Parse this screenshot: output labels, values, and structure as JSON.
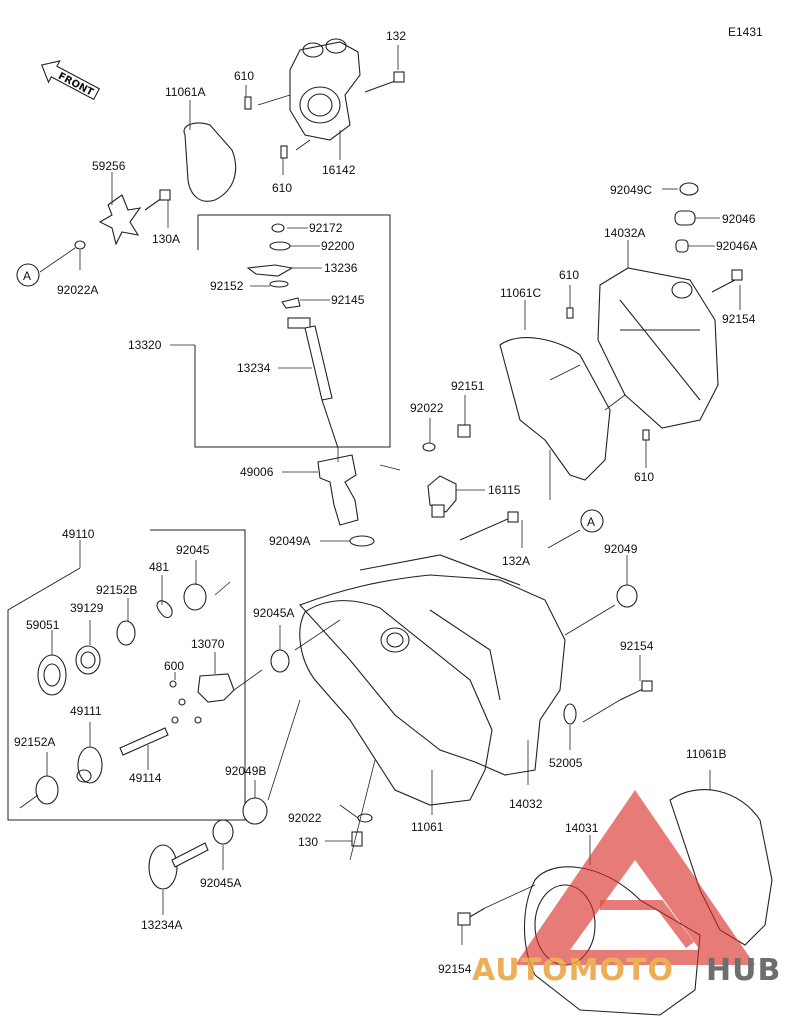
{
  "diagram_code": "E1431",
  "front_label": "FRONT",
  "reference_marker": "A",
  "watermark": {
    "text_left": "AUTOMOTO",
    "text_right": "HUB",
    "color_main": "#e8a33a",
    "color_mark": "#d9302a"
  },
  "labels": {
    "p132": "132",
    "p610a": "610",
    "p11061A": "11061A",
    "p16142": "16142",
    "p610b": "610",
    "p59256": "59256",
    "p130A": "130A",
    "p92022A": "92022A",
    "p92172": "92172",
    "p92200": "92200",
    "p13236": "13236",
    "p92152": "92152",
    "p92145": "92145",
    "p13320": "13320",
    "p13234": "13234",
    "p49006": "49006",
    "p92049C": "92049C",
    "p92046": "92046",
    "p92046A": "92046A",
    "p14032A": "14032A",
    "p610c": "610",
    "p11061C": "11061C",
    "p92154a": "92154",
    "p610d": "610",
    "p92151": "92151",
    "p92022a": "92022",
    "p16115": "16115",
    "p92049A": "92049A",
    "p132A": "132A",
    "p92049": "92049",
    "p49110": "49110",
    "p481": "481",
    "p92045": "92045",
    "p92152B": "92152B",
    "p39129": "39129",
    "p59051": "59051",
    "p92045A": "92045A",
    "p13070": "13070",
    "p600": "600",
    "p49111": "49111",
    "p92152A": "92152A",
    "p49114": "49114",
    "p92154b": "92154",
    "p52005": "52005",
    "p14032": "14032",
    "p92049B": "92049B",
    "p92022b": "92022",
    "p11061": "11061",
    "p130": "130",
    "p11061B": "11061B",
    "p14031": "14031",
    "p92045Ab": "92045A",
    "p13234A": "13234A",
    "p92154c": "92154"
  }
}
